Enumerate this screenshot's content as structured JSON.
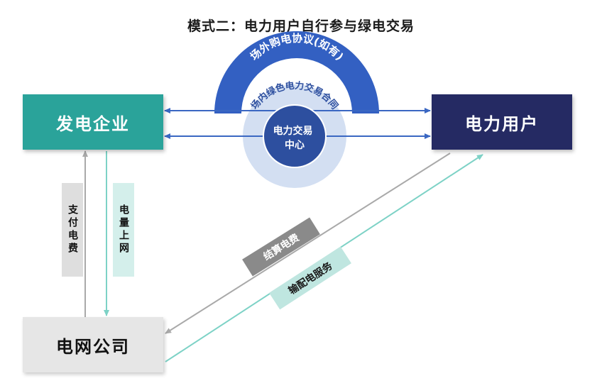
{
  "title": "模式二：电力用户自行参与绿电交易",
  "nodes": {
    "generator": "发电企业",
    "user": "电力用户",
    "grid": "电网公司",
    "exchange": "电力交易中心"
  },
  "arcs": {
    "outer": "场外购电协议(如有)",
    "inner": "场内绿色电力交易合同"
  },
  "flows": {
    "payment": "支付电费",
    "feed_in": "电量上网",
    "settlement": "结算电费",
    "transmission": "输配电服务"
  },
  "colors": {
    "teal": "#2aa39a",
    "navy": "#252a63",
    "blue_arrow": "#3a67c2",
    "outer_arc": "#3360c2",
    "inner_disc": "#d3dff2",
    "center_disc": "#2d4f9f",
    "gray_arrow": "#a9a9a9",
    "teal_arrow": "#7dd2c6",
    "settlement_bg": "#8a8a8a",
    "transmission_bg": "#bfe6e0"
  }
}
